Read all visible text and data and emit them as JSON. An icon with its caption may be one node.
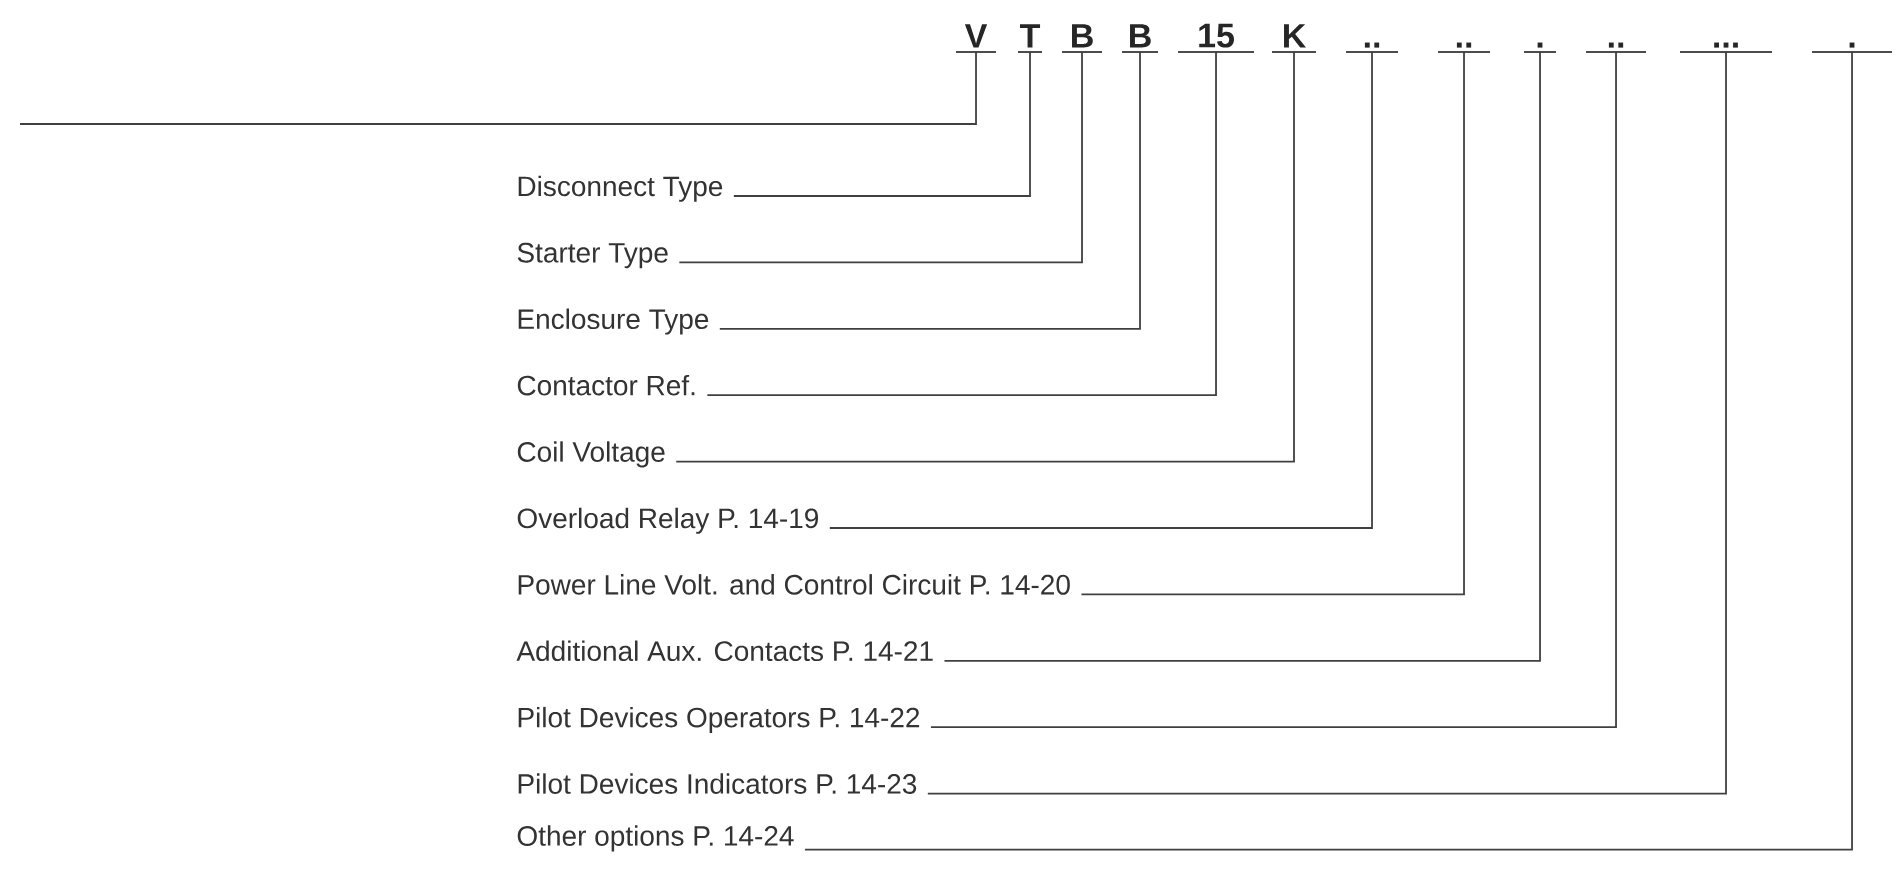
{
  "diagram": {
    "nodes": [
      {
        "text": [
          "V"
        ]
      },
      {
        "text": [
          "T"
        ]
      },
      {
        "text": [
          "B"
        ]
      },
      {
        "text": [
          "B"
        ]
      },
      {
        "text": [
          "15"
        ]
      },
      {
        "text": [
          "K"
        ]
      },
      {
        "text": [
          ".."
        ]
      },
      {
        "text": [
          ".."
        ]
      },
      {
        "text": [
          "."
        ]
      },
      {
        "text": [
          ".."
        ]
      },
      {
        "text": [
          "..."
        ]
      },
      {
        "text": [
          "."
        ]
      },
      {
        "text": [
          "Disconnect Type"
        ]
      },
      {
        "text": [
          "Starter Type"
        ]
      },
      {
        "text": [
          "Enclosure Type"
        ]
      },
      {
        "text": [
          "Contactor Ref."
        ]
      },
      {
        "text": [
          "Coil Voltage"
        ]
      },
      {
        "text": [
          "Overload Relay P. 14-19"
        ]
      },
      {
        "text": [
          "Power Line Volt. and Control Circuit P. 14-20"
        ]
      },
      {
        "text": [
          "Additional Aux. Contacts P. 14-21"
        ]
      },
      {
        "text": [
          "Pilot Devices Operators P. 14-22"
        ]
      },
      {
        "text": [
          "Pilot Devices Indicators P. 14-23"
        ]
      },
      {
        "text": [
          "Other options P. 14-24"
        ]
      }
    ],
    "edges": [
      {
        "from": 0,
        "to": null,
        "arrow": "none"
      },
      {
        "from": 12,
        "to": 1,
        "arrow": "none"
      },
      {
        "from": 13,
        "to": 2,
        "arrow": "none"
      },
      {
        "from": 14,
        "to": 3,
        "arrow": "none"
      },
      {
        "from": 15,
        "to": 4,
        "arrow": "none"
      },
      {
        "from": 16,
        "to": 5,
        "arrow": "none"
      },
      {
        "from": 17,
        "to": 6,
        "arrow": "none"
      },
      {
        "from": 18,
        "to": 7,
        "arrow": "none"
      },
      {
        "from": 19,
        "to": 8,
        "arrow": "none"
      },
      {
        "from": 20,
        "to": 9,
        "arrow": "none"
      },
      {
        "from": 21,
        "to": 10,
        "arrow": "none"
      },
      {
        "from": 22,
        "to": 11,
        "arrow": "none"
      }
    ]
  }
}
